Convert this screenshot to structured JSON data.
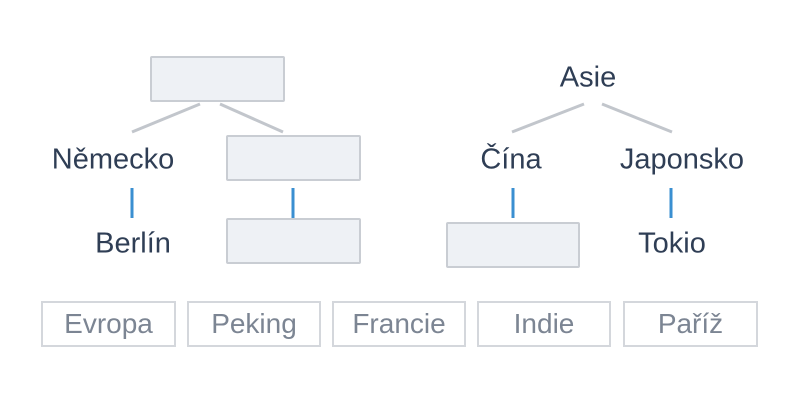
{
  "diagram": {
    "colors": {
      "branch_line": "#c2c6cc",
      "link_line": "#3a8fd1",
      "label_text": "#2f3e55",
      "slot_fill": "#eef1f5",
      "slot_border": "#c9cdd3",
      "chip_text": "#7c8593",
      "chip_border": "#d4d7dc"
    },
    "tree_left": {
      "root": "",
      "children": [
        {
          "country": "Německo",
          "capital": "Berlín"
        },
        {
          "country": "",
          "capital": ""
        }
      ]
    },
    "tree_right": {
      "root": "Asie",
      "children": [
        {
          "country": "Čína",
          "capital": ""
        },
        {
          "country": "Japonsko",
          "capital": "Tokio"
        }
      ]
    },
    "word_bank": [
      "Evropa",
      "Peking",
      "Francie",
      "Indie",
      "Paříž"
    ]
  }
}
